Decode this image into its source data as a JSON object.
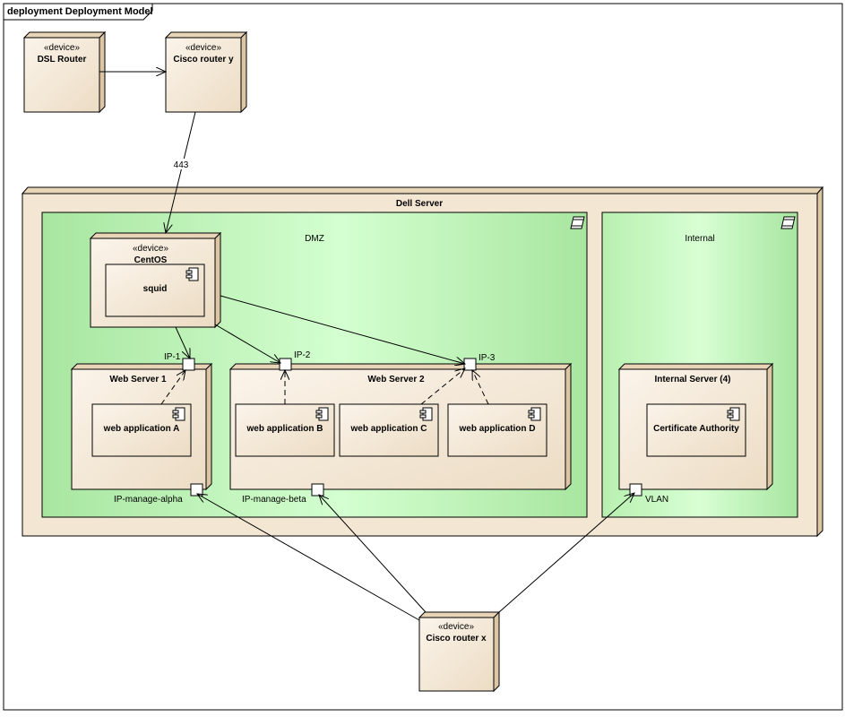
{
  "frame": {
    "title": "deployment Deployment Model"
  },
  "nodes": {
    "dsl_router": {
      "stereotype": "«device»",
      "name": "DSL Router"
    },
    "cisco_y": {
      "stereotype": "«device»",
      "name": "Cisco router y"
    },
    "cisco_x": {
      "stereotype": "«device»",
      "name": "Cisco router x"
    },
    "dell_server": {
      "name": "Dell Server"
    },
    "centos": {
      "stereotype": "«device»",
      "name": "CentOS"
    },
    "web_server_1": {
      "name": "Web Server 1"
    },
    "web_server_2": {
      "name": "Web Server 2"
    },
    "internal_server": {
      "name": "Internal Server (4)"
    }
  },
  "zones": {
    "dmz": {
      "name": "DMZ"
    },
    "internal": {
      "name": "Internal"
    }
  },
  "components": {
    "squid": "squid",
    "web_app_a": "web application A",
    "web_app_b": "web application B",
    "web_app_c": "web application C",
    "web_app_d": "web application D",
    "cert_authority": "Certificate Authority"
  },
  "ports": {
    "ip1": "IP-1",
    "ip2": "IP-2",
    "ip3": "IP-3",
    "ip_manage_alpha": "IP-manage-alpha",
    "ip_manage_beta": "IP-manage-beta",
    "vlan": "VLAN"
  },
  "connectors": {
    "cisco_y_to_centos": "443"
  },
  "colors": {
    "node_fill": "#f5e9d6",
    "node_side": "#e8d5b8",
    "zone_green": "#a8e6a0",
    "zone_green_light": "#d8ffd4",
    "line": "#000000"
  }
}
